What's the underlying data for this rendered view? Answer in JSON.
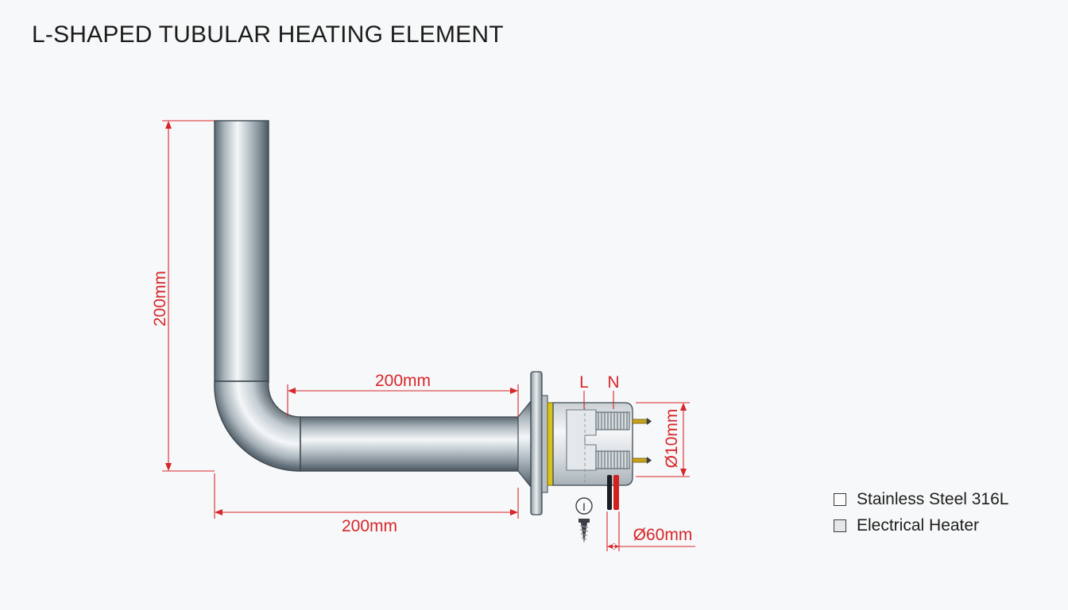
{
  "title": "L-SHAPED TUBULAR HEATING ELEMENT",
  "dimensions": {
    "vertical_length": "200mm",
    "horizontal_inner": "200mm",
    "horizontal_outer": "200mm",
    "terminal_diameter": "Ø10mm",
    "flange_diameter": "Ø60mm"
  },
  "terminals": {
    "live": "L",
    "neutral": "N",
    "ground_symbol": "I"
  },
  "legend": [
    {
      "label": "Stainless Steel 316L"
    },
    {
      "label": "Electrical Heater"
    }
  ],
  "colors": {
    "dimension": "#d8262a",
    "gasket": "#d9c21d",
    "wire_live": "#d42020",
    "wire_neutral": "#1a1d22"
  }
}
